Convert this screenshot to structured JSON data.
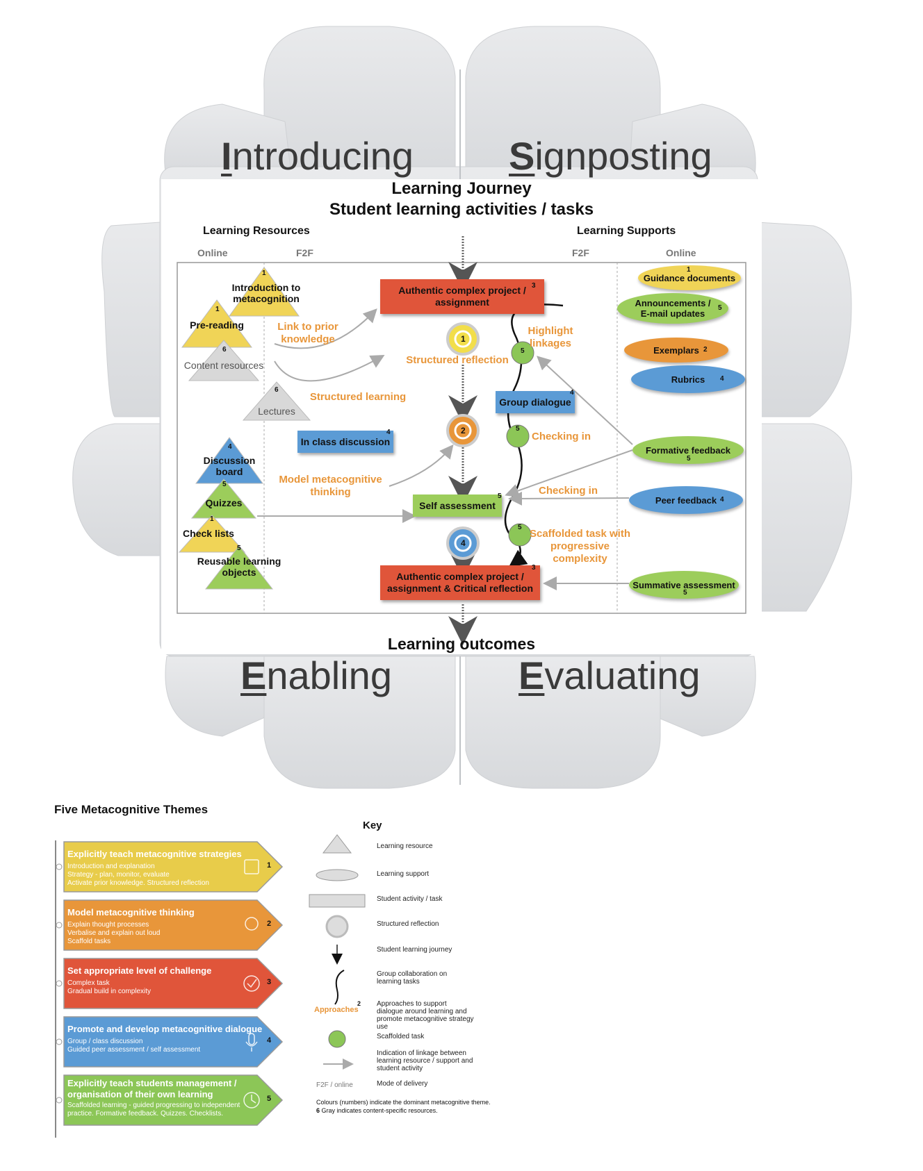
{
  "gear": {
    "introducing": {
      "cap": "I",
      "rest": "ntroducing"
    },
    "signposting": {
      "cap": "S",
      "rest": "ignposting"
    },
    "enabling": {
      "cap": "E",
      "rest": "nabling"
    },
    "evaluating": {
      "cap": "E",
      "rest": "valuating"
    }
  },
  "title": {
    "line1": "Learning Journey",
    "line2": "Student learning activities / tasks"
  },
  "headers": {
    "resources": "Learning Resources",
    "supports": "Learning Supports",
    "online_left": "Online",
    "f2f_left": "F2F",
    "f2f_right": "F2F",
    "online_right": "Online"
  },
  "resources": [
    {
      "label": "Introduction to metacognition",
      "num": "1",
      "color": "#f0d457"
    },
    {
      "label": "Pre-reading",
      "num": "1",
      "color": "#f0d457"
    },
    {
      "label": "Content resources",
      "num": "6",
      "color": "#d8d8d8"
    },
    {
      "label": "Lectures",
      "num": "6",
      "color": "#d8d8d8"
    },
    {
      "label": "Discussion board",
      "num": "4",
      "color": "#5b9bd5"
    },
    {
      "label": "Quizzes",
      "num": "5",
      "color": "#9ccd5b"
    },
    {
      "label": "Check lists",
      "num": "1",
      "color": "#f0d457"
    },
    {
      "label": "Reusable learning objects",
      "num": "5",
      "color": "#9ccd5b"
    }
  ],
  "approaches": {
    "link": "Link to prior knowledge",
    "structured_learning": "Structured learning",
    "model": "Model metacognitive thinking",
    "structured_reflection": "Structured reflection",
    "highlight": "Highlight linkages",
    "checking1": "Checking in",
    "checking2": "Checking in",
    "scaffolded": "Scaffolded task with progressive complexity"
  },
  "activities": {
    "top": {
      "label": "Authentic complex project / assignment",
      "num": "3"
    },
    "group": {
      "label": "Group dialogue",
      "num": "4"
    },
    "inclass": {
      "label": "In class discussion",
      "num": "4"
    },
    "self": {
      "label": "Self assessment",
      "num": "5"
    },
    "bottom": {
      "label": "Authentic complex project / assignment & Critical reflection",
      "num": "3"
    }
  },
  "reflections": [
    {
      "num": "1",
      "color": "#f2de4a"
    },
    {
      "num": "2",
      "color": "#e8963a"
    },
    {
      "num": "4",
      "color": "#5b9bd5"
    }
  ],
  "scaffold_dots": [
    "5",
    "5",
    "5"
  ],
  "supports": [
    {
      "label": "Guidance documents",
      "num": "1",
      "color": "#f0d457"
    },
    {
      "label": "Announcements / E-mail updates",
      "num": "5",
      "color": "#9ccd5b"
    },
    {
      "label": "Exemplars",
      "num": "2",
      "color": "#e8963a"
    },
    {
      "label": "Rubrics",
      "num": "4",
      "color": "#5b9bd5"
    },
    {
      "label": "Formative feedback",
      "num": "5",
      "color": "#9ccd5b"
    },
    {
      "label": "Peer feedback",
      "num": "4",
      "color": "#5b9bd5"
    },
    {
      "label": "Summative assessment",
      "num": "5",
      "color": "#9ccd5b"
    }
  ],
  "outcomes": "Learning outcomes",
  "themes_title": "Five Metacognitive Themes",
  "themes": [
    {
      "title": "Explicitly teach metacognitive strategies",
      "title2": "",
      "lines": [
        "Introduction and explanation",
        "Strategy - plan, monitor, evaluate",
        "Activate prior knowledge. Structured reflection"
      ],
      "num": "1",
      "color": "#e8cc4a"
    },
    {
      "title": "Model metacognitive thinking",
      "title2": "",
      "lines": [
        "Explain thought processes",
        "Verbalise and explain out loud",
        "Scaffold tasks"
      ],
      "num": "2",
      "color": "#e8963a"
    },
    {
      "title": "Set appropriate level of challenge",
      "title2": "",
      "lines": [
        "Complex task",
        "Gradual build in complexity"
      ],
      "num": "3",
      "color": "#e0553a"
    },
    {
      "title": "Promote and develop metacognitive dialogue",
      "title2": "",
      "lines": [
        "Group / class discussion",
        "Guided peer assessment / self assessment"
      ],
      "num": "4",
      "color": "#5b9bd5"
    },
    {
      "title": "Explicitly teach students management /",
      "title2": "organisation of their own learning",
      "lines": [
        "Scaffolded learning - guided progressing to independent",
        "practice. Formative feedback. Quizzes. Checklists."
      ],
      "num": "5",
      "color": "#8cc657"
    }
  ],
  "key": {
    "title": "Key",
    "items": [
      "Learning resource",
      "Learning support",
      "Student activity / task",
      "Structured reflection",
      "Student learning journey",
      "Group collaboration on learning tasks",
      "Approaches to support dialogue around learning and promote metacognitive strategy use",
      "Scaffolded task",
      "Indication of linkage between learning resource / support and student activity",
      "Mode of delivery"
    ],
    "approaches_word": "Approaches",
    "approaches_num": "2",
    "f2f_online": "F2F / online",
    "note1": "Colours (numbers) indicate the dominant metacognitive theme.",
    "note2_num": "6",
    "note2": "Gray indicates content-specific resources."
  }
}
